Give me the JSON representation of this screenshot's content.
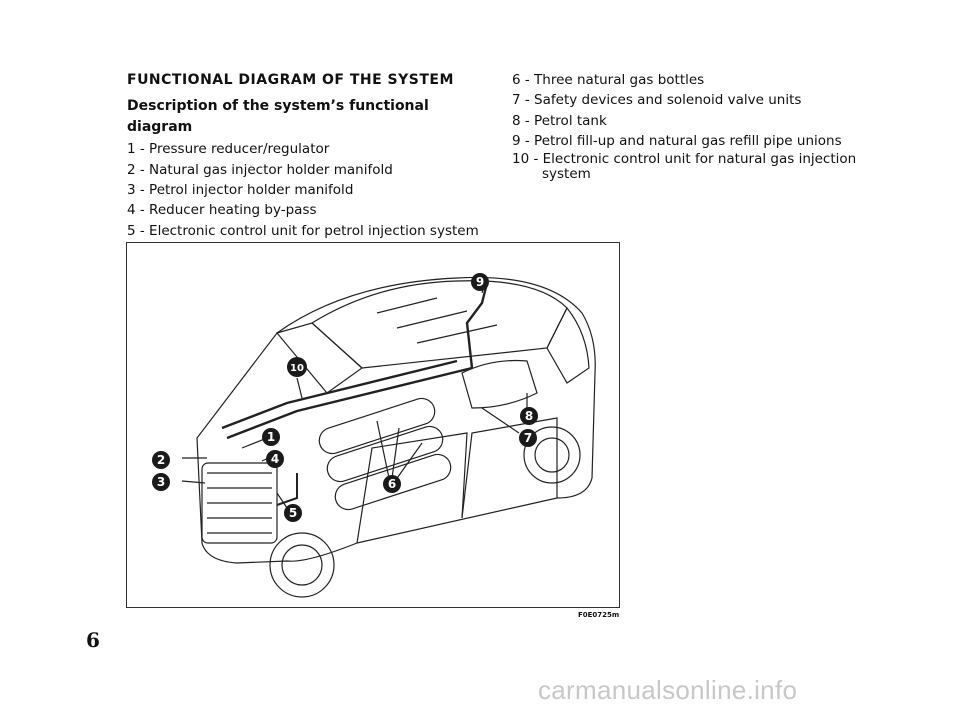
{
  "section": {
    "title": "FUNCTIONAL DIAGRAM OF THE SYSTEM",
    "subtitle": "Description of the system’s functional diagram"
  },
  "legend": [
    {
      "text": "1 - Pressure reducer/regulator"
    },
    {
      "text": "2 - Natural gas injector holder manifold"
    },
    {
      "text": "3 - Petrol injector holder manifold"
    },
    {
      "text": "4 - Reducer heating by-pass"
    },
    {
      "text": "5 - Electronic control unit for petrol injection system"
    },
    {
      "text": "6 - Three natural gas bottles"
    },
    {
      "text": "7 - Safety devices and solenoid valve units"
    },
    {
      "text": "8 - Petrol tank"
    },
    {
      "text": "9 - Petrol fill-up and natural gas refill pipe unions"
    },
    {
      "text": "10 - Electronic control unit for natural gas injection system"
    }
  ],
  "figure": {
    "code": "F0E0725m",
    "callouts": [
      "1",
      "2",
      "3",
      "4",
      "5",
      "6",
      "7",
      "8",
      "9",
      "10"
    ]
  },
  "page": {
    "number": "6",
    "watermark": "carmanualsonline.info"
  }
}
